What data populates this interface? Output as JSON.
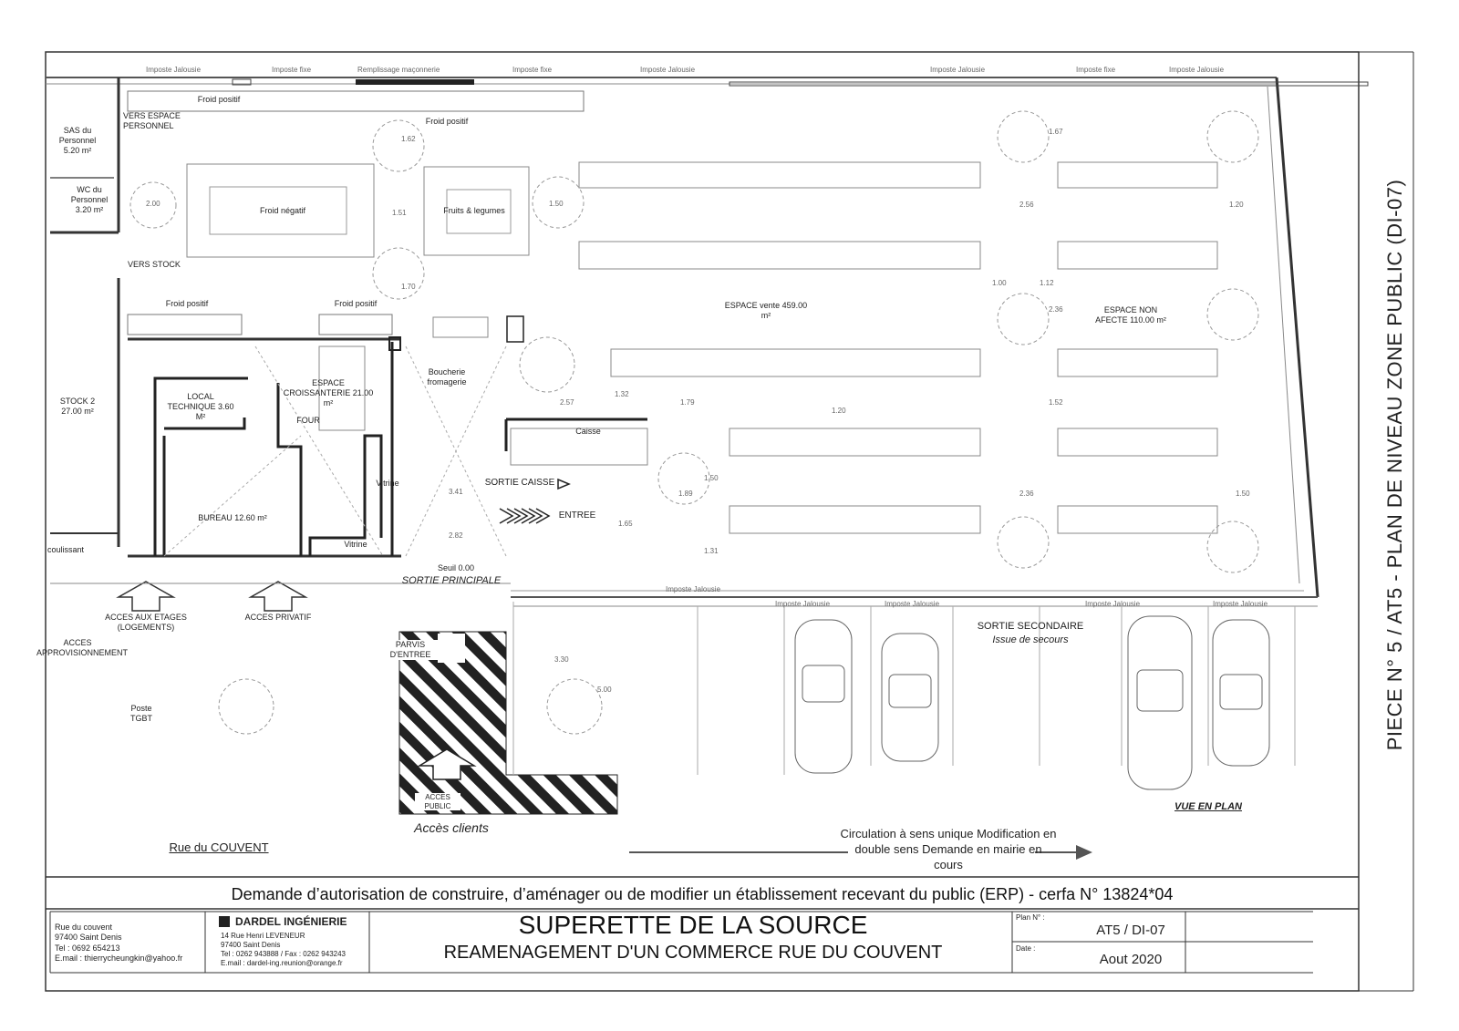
{
  "side_title": "PIECE N° 5 / AT5 - PLAN DE NIVEAU ZONE PUBLIC (DI-07)",
  "facade_labels": {
    "top_1": "Imposte Jalousie",
    "top_2": "Imposte fixe",
    "top_3": "Remplissage maçonnerie",
    "top_4": "Imposte fixe",
    "top_5": "Imposte Jalousie",
    "top_6": "Imposte Jalousie",
    "top_7": "Imposte fixe",
    "top_8": "Imposte Jalousie",
    "bottom_1": "Imposte Jalousie",
    "bottom_2": "Imposte Jalousie",
    "bottom_3": "Imposte Jalousie",
    "bottom_4": "Imposte Jalousie",
    "bottom_5": "Imposte Jalousie"
  },
  "rooms": {
    "sas": "SAS du\nPersonnel\n5.20 m²",
    "wc": "WC du\nPersonnel\n3.20 m²",
    "vers_espace": "VERS ESPACE\nPERSONNEL",
    "vers_stock": "VERS STOCK",
    "froid_positif_1": "Froid positif",
    "froid_positif_2": "Froid positif",
    "froid_positif_3": "Froid positif",
    "froid_positif_4": "Froid positif",
    "froid_negatif": "Froid négatif",
    "fruits": "Fruits & legumes",
    "espace_vente": "ESPACE vente\n459.00 m²",
    "espace_non_affecte": "ESPACE\nNON AFECTE\n110.00 m²",
    "stock2": "STOCK 2\n27.00 m²",
    "local_technique": "LOCAL\nTECHNIQUE\n3.60 M²",
    "croissanterie": "ESPACE\nCROISSANTERIE\n21.00 m²",
    "four": "FOUR",
    "boucherie": "Boucherie\nfromagerie",
    "caisse": "Caisse",
    "bureau": "BUREAU\n12.60 m²",
    "vitrine_1": "Vitrine",
    "vitrine_2": "Vitrine",
    "sortie_caisse": "SORTIE CAISSE",
    "entree": "ENTREE",
    "seuil": "Seuil 0.00",
    "sortie_principale": "SORTIE PRINCIPALE",
    "coulissant": "coulissant",
    "acces_etages": "ACCES\nAUX\nETAGES\n(LOGEMENTS)",
    "acces_privatif": "ACCES\nPRIVATIF",
    "approvisionnement": "ACCES\nAPPROVISIONNEMENT",
    "poste": "Poste\nTGBT",
    "parvis": "PARVIS\nD'ENTREE",
    "acces_public": "ACCES\nPUBLIC",
    "acces_clients": "Accès clients",
    "rue": "Rue du COUVENT",
    "sortie_secondaire": "SORTIE SECONDAIRE",
    "issue": "Issue de secours",
    "vue_en_plan": "VUE EN PLAN",
    "circulation": "Circulation à sens unique\nModification en double sens\nDemande en mairie en cours"
  },
  "dimensions": [
    "2.00",
    "1.62",
    "1.51",
    "1.50",
    "1.70",
    "2.57",
    "1.32",
    "1.79",
    "2.56",
    "1.67",
    "1.20",
    "1.00",
    "1.12",
    "2.36",
    "1.52",
    "1.20",
    "2.36",
    "1.50",
    "1.89",
    "3.41",
    "2.82",
    "1.65",
    "1.31",
    "1.50",
    "3.30",
    "5.00"
  ],
  "banner": "Demande d’autorisation de construire, d’aménager ou de modifier un établissement recevant du public (ERP) - cerfa N° 13824*04",
  "cartouche": {
    "client_lines": [
      "Rue du couvent",
      "97400 Saint Denis",
      "Tel : 0692 654213",
      "E.mail : thierrycheungkin@yahoo.fr"
    ],
    "firm_name": "DARDEL INGÉNIERIE",
    "firm_lines": [
      "14 Rue Henri LEVENEUR",
      "97400 Saint Denis",
      "Tel : 0262 943888 / Fax : 0262 943243",
      "E.mail : dardel-ing.reunion@orange.fr"
    ],
    "project_title": "SUPERETTE DE LA SOURCE",
    "project_subtitle": "REAMENAGEMENT D'UN COMMERCE RUE DU COUVENT",
    "plan_label": "Plan N° :",
    "plan_value": "AT5 / DI-07",
    "date_label": "Date :",
    "date_value": "Aout 2020"
  }
}
